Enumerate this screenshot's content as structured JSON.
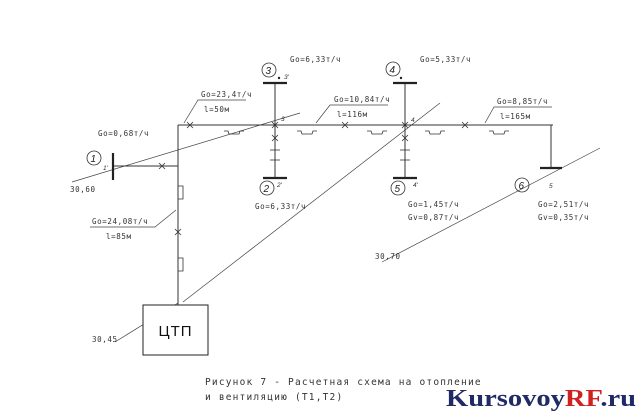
{
  "labels": {
    "node3_flow": "Go=6,33т/ч",
    "node4_flow": "Go=5,33т/ч",
    "seg1_flow": "Go=23,4т/ч",
    "seg1_length": "l=50м",
    "seg2_flow": "Go=10,84т/ч",
    "seg2_length": "l=116м",
    "seg3_flow": "Go=8,85т/ч",
    "seg3_length": "l=165м",
    "node1_flow": "Go=0,68т/ч",
    "node2_flow": "Go=6,33т/ч",
    "node5_flow": "Gо=1,45т/ч",
    "node5_vent": "Gv=0,87т/ч",
    "node6_flow": "Go=2,51т/ч",
    "node6_vent": "Gv=0,35т/ч",
    "main_flow": "Go=24,08т/ч",
    "main_length": "l=85м"
  },
  "nodes": {
    "n1": "1",
    "n1p": "1'",
    "n2": "2",
    "n2p": "2'",
    "n3": "3",
    "n3p": "3'",
    "n4": "4",
    "n5": "5",
    "n5p": "4'",
    "n6": "6",
    "n6p": "5",
    "j3": "3",
    "j4": "4"
  },
  "elevations": {
    "e1": "30,60",
    "e2": "30,70",
    "e3": "30,45"
  },
  "station": "ЦТП",
  "caption": {
    "line1": "Рисунок 7 - Расчетная схема на отопление",
    "line2": "и вентиляцию (Т1,Т2)"
  },
  "watermark": {
    "part1": "Kursovoy",
    "part2": "RF",
    "part3": ".ru"
  },
  "colors": {
    "lines": "#333333",
    "watermark_dark": "#1f2a66",
    "watermark_red": "#d0201f"
  }
}
